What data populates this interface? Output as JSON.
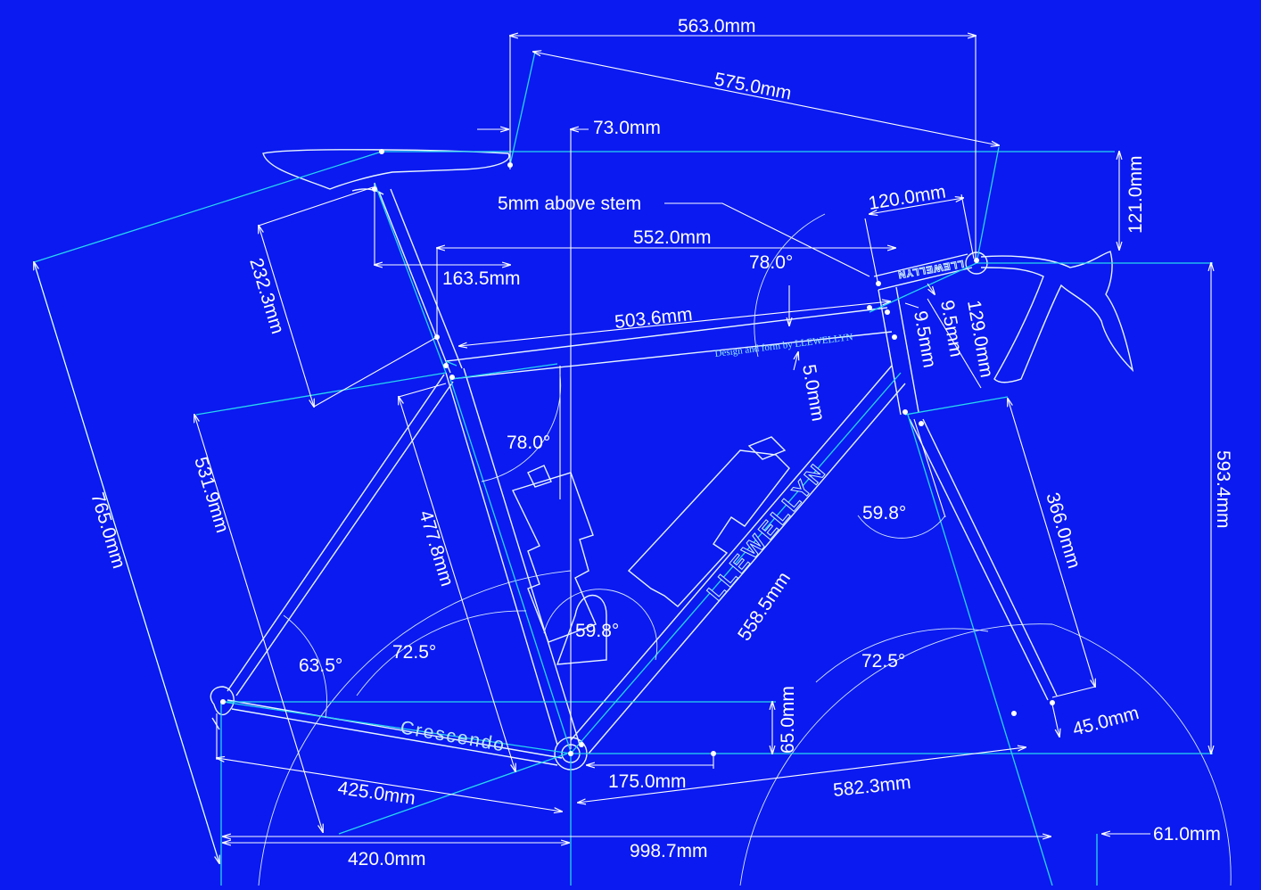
{
  "diagram": {
    "colors": {
      "background": "#0a1af0",
      "lines": "#ffffff",
      "cyan": "#28d6f0"
    },
    "frame": {
      "downtube_brand": "LLEWELLYN",
      "headtube_brand": "LLEWELLYN",
      "toptube_signature": "Design and form by LLEWELLYN",
      "chainstay_model": "Crescendo"
    },
    "dimensions": {
      "reach_563": "563.0mm",
      "stem_to_saddle_575": "575.0mm",
      "setback_73": "73.0mm",
      "stack_121": "121.0mm",
      "note_5mm": "5mm above stem",
      "stem_120": "120.0mm",
      "effective_tt_552": "552.0mm",
      "angle_78_top": "78.0°",
      "saddle_setback_163": "163.5mm",
      "seat_232": "232.3mm",
      "toptube_503": "503.6mm",
      "spacer_9a": "9.5mm",
      "spacer_9b": "9.5mm",
      "headtube_129": "129.0mm",
      "drop_5": "5.0mm",
      "angle_78_mid": "78.0°",
      "seat_531": "531.9mm",
      "leg_765": "765.0mm",
      "seattube_477": "477.8mm",
      "angle_59_head": "59.8°",
      "fork_366": "366.0mm",
      "stack_593": "593.4mm",
      "downtube_558": "558.5mm",
      "angle_59_bb": "59.8°",
      "angle_72_seat": "72.5°",
      "angle_63": "63.5°",
      "angle_72_head": "72.5°",
      "bb_drop_65": "65.0mm",
      "offset_45": "45.0mm",
      "bb_175": "175.0mm",
      "front_center_582": "582.3mm",
      "chainstay_425": "425.0mm",
      "rear_center_420": "420.0mm",
      "wheelbase_998": "998.7mm",
      "trail_61": "61.0mm"
    }
  }
}
